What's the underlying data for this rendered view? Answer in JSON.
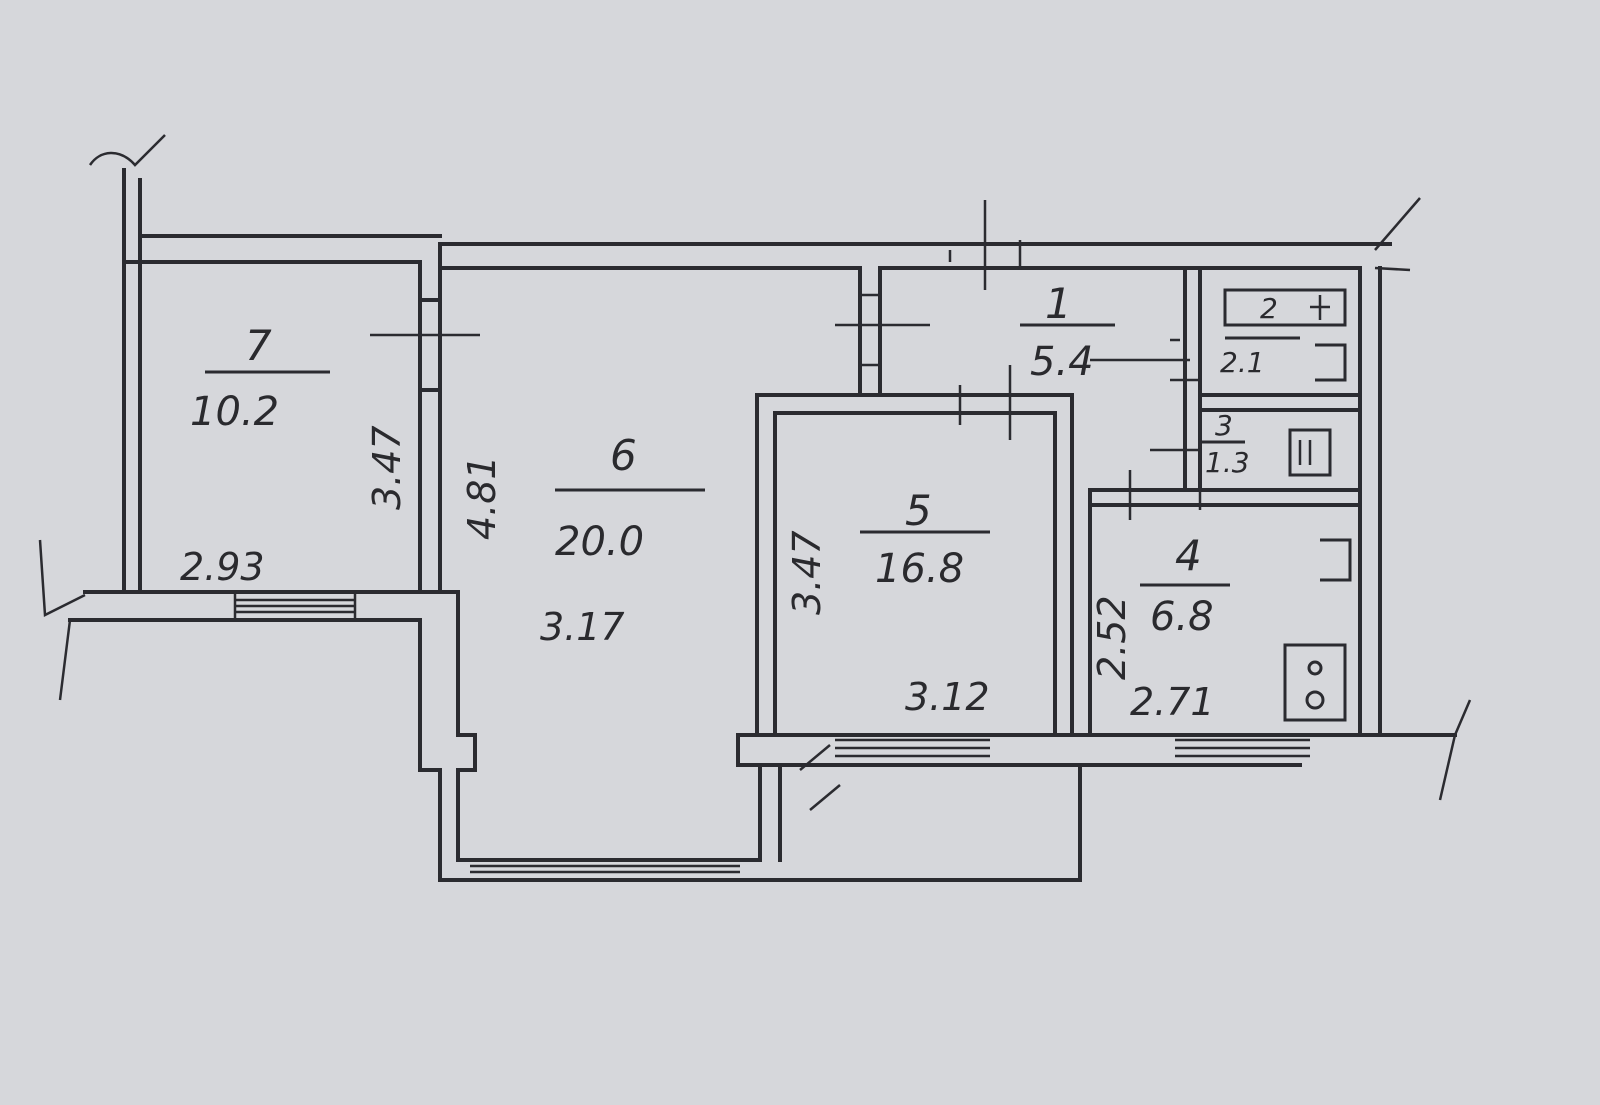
{
  "rooms": [
    {
      "id": "1",
      "number": "1",
      "area": "5.4"
    },
    {
      "id": "2",
      "number": "2",
      "area": "2.1"
    },
    {
      "id": "3",
      "number": "3",
      "area": "1.3"
    },
    {
      "id": "4",
      "number": "4",
      "area": "6.8"
    },
    {
      "id": "5",
      "number": "5",
      "area": "16.8"
    },
    {
      "id": "6",
      "number": "6",
      "area": "20.0"
    },
    {
      "id": "7",
      "number": "7",
      "area": "10.2"
    }
  ],
  "dimensions": {
    "room7_depth": "3.47",
    "room7_width": "2.93",
    "room6_depth": "4.81",
    "room6_width": "3.17",
    "room5_depth": "3.47",
    "room5_width": "3.12",
    "room4_depth": "2.52",
    "room4_width": "2.71"
  }
}
